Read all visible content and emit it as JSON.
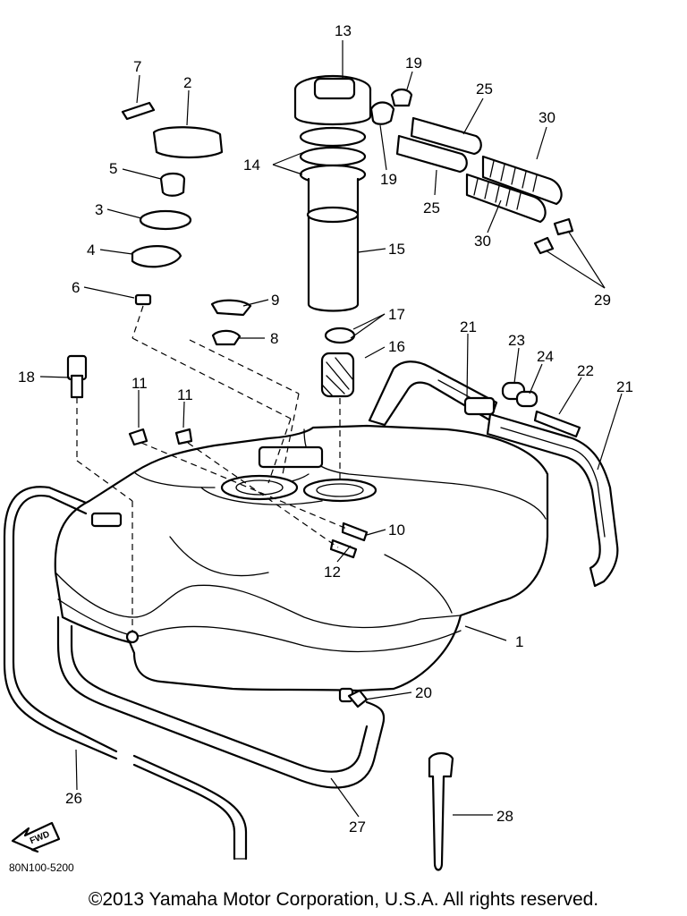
{
  "callouts": {
    "c1": "1",
    "c2": "2",
    "c3": "3",
    "c4": "4",
    "c5": "5",
    "c6": "6",
    "c7": "7",
    "c8": "8",
    "c9": "9",
    "c10": "10",
    "c11a": "11",
    "c11b": "11",
    "c12": "12",
    "c13": "13",
    "c14": "14",
    "c15": "15",
    "c16": "16",
    "c17": "17",
    "c18": "18",
    "c19a": "19",
    "c19b": "19",
    "c20": "20",
    "c21a": "21",
    "c21b": "21",
    "c22": "22",
    "c23": "23",
    "c24": "24",
    "c25a": "25",
    "c25b": "25",
    "c26": "26",
    "c27": "27",
    "c28": "28",
    "c29": "29",
    "c30a": "30",
    "c30b": "30"
  },
  "fwd_label": "FWD",
  "diagram_code": "80N100-5200",
  "copyright": "©2013 Yamaha Motor Corporation, U.S.A. All rights reserved."
}
